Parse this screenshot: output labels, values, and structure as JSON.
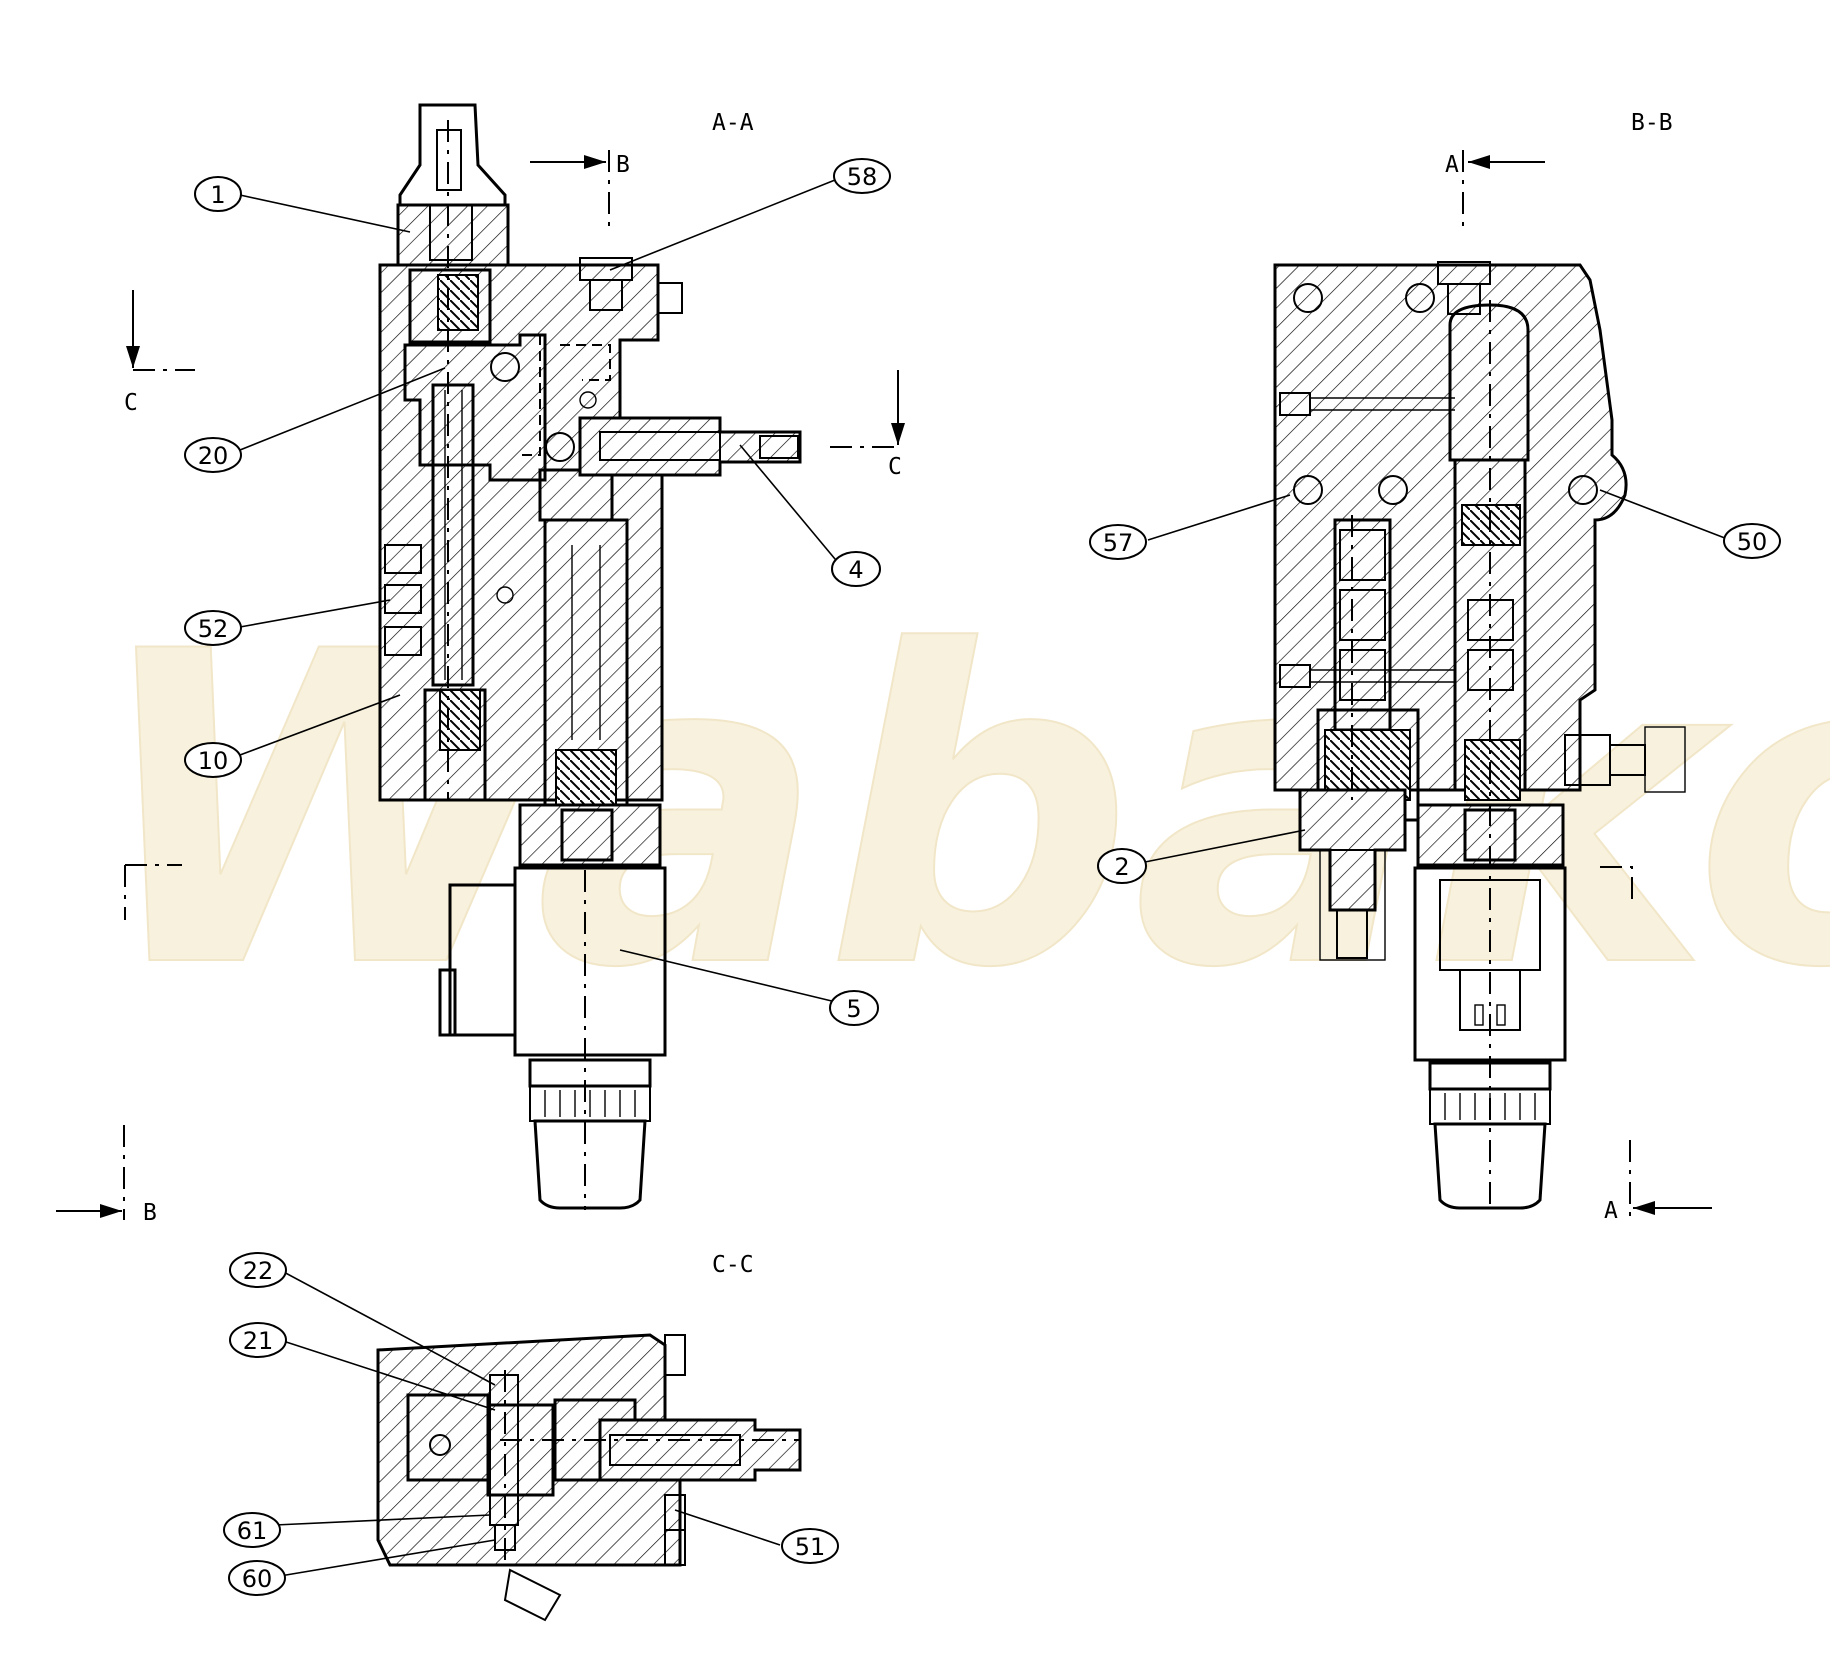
{
  "watermark": "Wabako",
  "views": {
    "aa": {
      "title": "A-A"
    },
    "bb": {
      "title": "B-B"
    },
    "cc": {
      "title": "C-C"
    }
  },
  "section_markers": {
    "aa_top_b": "B",
    "aa_bottom_b": "B",
    "aa_left_c": "C",
    "aa_right_c": "C",
    "bb_top_a": "A",
    "bb_bottom_a": "A"
  },
  "callouts": {
    "c1": "1",
    "c58": "58",
    "c20": "20",
    "c4": "4",
    "c52": "52",
    "c10": "10",
    "c5": "5",
    "c57": "57",
    "c50": "50",
    "c2": "2",
    "c22": "22",
    "c21": "21",
    "c61": "61",
    "c60": "60",
    "c51": "51"
  }
}
